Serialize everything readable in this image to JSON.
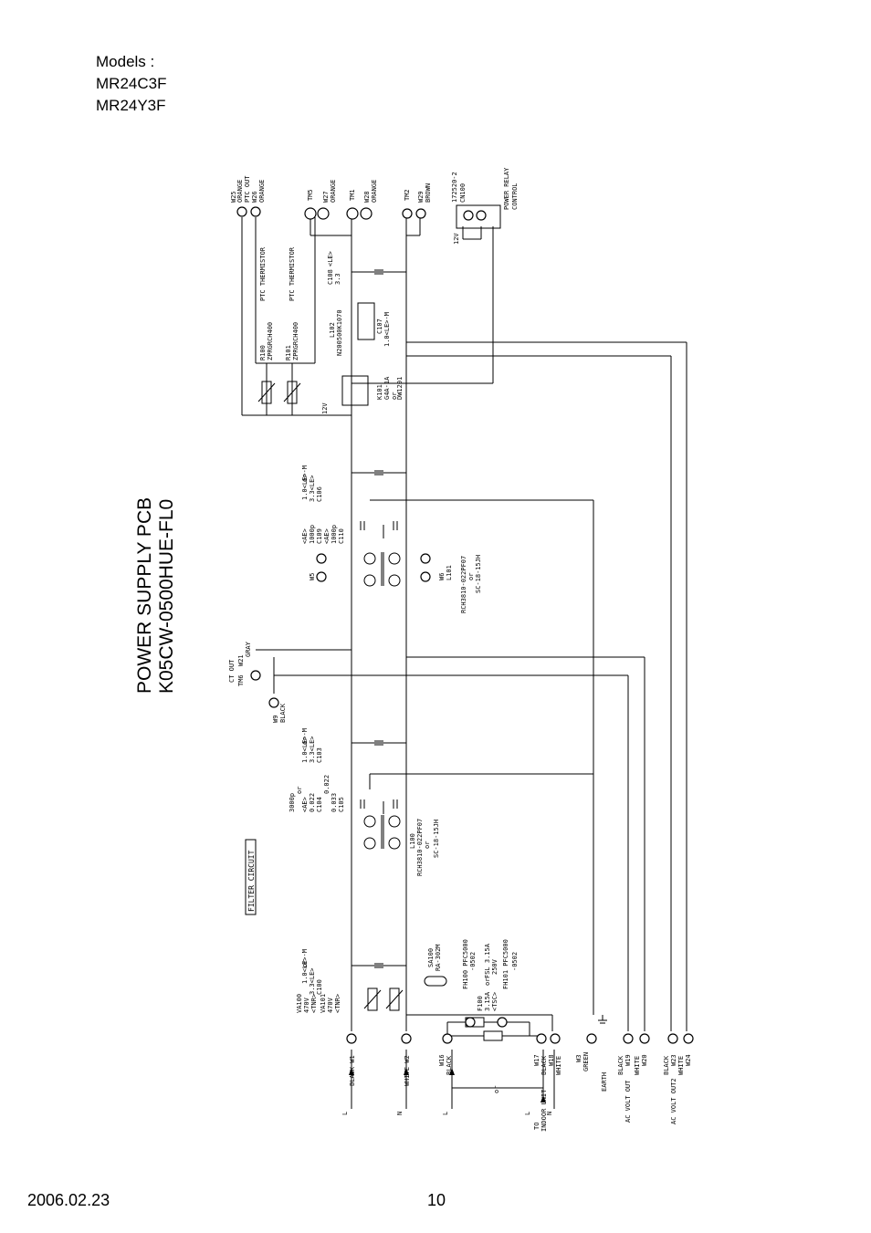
{
  "models": {
    "heading": "Models :",
    "list": [
      "MR24C3F",
      "MR24Y3F"
    ]
  },
  "title": {
    "line1": "POWER SUPPLY PCB",
    "line2": "K05CW-0500HUE-FL0"
  },
  "filter_label": "FILTER CIRCUIT",
  "top_terminals": {
    "w25": "W25",
    "w25_color": "ORANGE",
    "ptc_out": "PTC OUT",
    "w26": "W26",
    "w26_color": "ORANGE",
    "tm5": "TM5",
    "w27": "W27",
    "w27_color": "ORANGE",
    "tm1": "TM1",
    "w28": "W28",
    "w28_color": "ORANGE",
    "tm2": "TM2",
    "w29": "W29",
    "w29_color": "BROWN",
    "cn100_part": "172520-2",
    "cn100": "CN100",
    "relay": "POWER RELAY",
    "relay2": "CONTROL",
    "v12": "12V"
  },
  "components": {
    "r100a": "R100",
    "r100b": "ZPRGRCH400",
    "r100c": "PTC THERMISTOR",
    "r101a": "R101",
    "r101b": "ZPRGRCH400",
    "r101c": "PTC THERMISTOR",
    "c108a": "C108",
    "c108b": "3.3",
    "c108c": "<LE>",
    "l102a": "L102",
    "l102b": "N200500K1070",
    "c107a": "C107",
    "c107b": "1.0<LE>-M",
    "k101a": "K101",
    "k101b": "G4A-1A",
    "k101c": "or",
    "k101d": "DW1201",
    "v12b": "12V",
    "c106a": "C106",
    "c106b": "3.3<LE>",
    "c106c": "or",
    "c106d": "1.0<LE>-M",
    "c109a": "C109",
    "c109b": "1000p",
    "c109c": "<AE>",
    "c110a": "C110",
    "c110b": "1000p",
    "c110c": "<AE>",
    "w5": "W5",
    "w6": "W6",
    "l101a": "L101",
    "l101b": "RCH3810-022PF07",
    "l101c": "or",
    "l101d": "SC-18-15JH",
    "ct_out": "CT OUT",
    "tm6": "TM6",
    "w21": "W21",
    "w21_color": "GRAY",
    "w9": "W9",
    "w9_color": "BLACK",
    "c103a": "C103",
    "c103b": "3.3<LE>",
    "c103c": "or",
    "c103d": "1.0<LE>-M",
    "c104a": "C104",
    "c104b": "0.022",
    "c104c": "<AE>",
    "c104d": "or",
    "c104e": "3000p",
    "c105a": "C105",
    "c105b": "0.033",
    "c105c": "0.022",
    "l100a": "L100",
    "l100b": "RCH3810-022PF07",
    "l100c": "or",
    "l100d": "SC-18-15JH",
    "sa100a": "SA100",
    "sa100b": "RA-302M",
    "fh100a": "FH100 PFC5000",
    "fh100b": "-0502",
    "f100a": "F100",
    "f100b": "3.15A",
    "f100c": "<TSC>",
    "f100d": "or",
    "f100e": "FSL 3.15A",
    "f100f": "250V",
    "fh101a": "FH101 PFC5000",
    "fh101b": "-0502",
    "c100a": "C100",
    "c100b": "3.3<LE>",
    "c100c": "or",
    "c100d": "1.0<LE>-M",
    "va100a": "VA100",
    "va100b": "470V",
    "va100c": "<TNR>",
    "va101a": "VA101",
    "va101b": "470V",
    "va101c": "<TNR>"
  },
  "bottom_terminals": {
    "w1": "BLACK W1",
    "w2": "WHITE W2",
    "w16": "W16",
    "w16_color": "BLACK",
    "w17": "W17",
    "w17_color": "BLACK",
    "w18": "W18",
    "w18_color": "WHITE",
    "w3": "W3",
    "w3_color": "GREEN",
    "w19": "W19",
    "w19_color": "BLACK",
    "w20": "W20",
    "w20_color": "WHITE",
    "w23": "W23",
    "w23_color": "BLACK",
    "w24": "W24",
    "w24_color": "WHITE",
    "l1": "L",
    "n1": "N",
    "l2": "L",
    "l3": "L",
    "n2": "N",
    "or": "or",
    "to": "TO",
    "indoor": "INDOOR UNIT",
    "earth": "EARTH",
    "ac1": "AC VOLT OUT",
    "ac2": "AC VOLT OUT2"
  },
  "footer": {
    "date": "2006.02.23",
    "page": "10"
  }
}
